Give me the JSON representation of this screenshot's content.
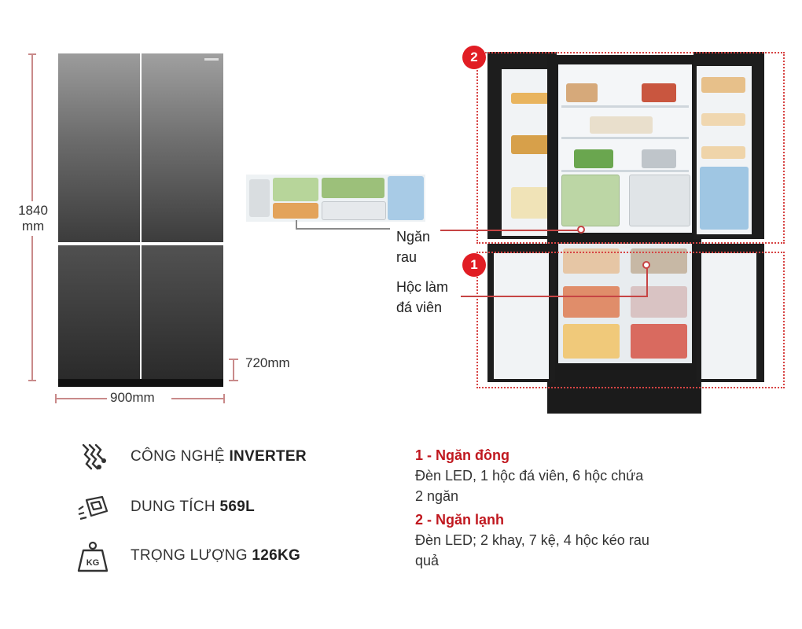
{
  "dimensions": {
    "height_value": "1840",
    "height_unit": "mm",
    "width_label": "900mm",
    "depth_label": "720mm"
  },
  "callouts": {
    "badge_freezer": "1",
    "badge_fridge": "2",
    "veg_drawer_line1": "Ngăn",
    "veg_drawer_line2": "rau",
    "ice_box_line1": "Hộc làm",
    "ice_box_line2": "đá viên"
  },
  "features": [
    {
      "icon": "inverter-chip-icon",
      "label_prefix": "CÔNG NGHỆ ",
      "label_bold": "INVERTER"
    },
    {
      "icon": "capacity-box-icon",
      "label_prefix": "DUNG TÍCH ",
      "label_bold": "569L"
    },
    {
      "icon": "weight-kg-icon",
      "label_prefix": "TRỌNG LƯỢNG ",
      "label_bold": "126KG",
      "icon_text": "KG"
    }
  ],
  "compartments": [
    {
      "title": "1 - Ngăn đông",
      "line1": "Đèn LED, 1 hộc đá viên, 6 hộc chứa",
      "line2": "2 ngăn"
    },
    {
      "title": "2 - Ngăn lạnh",
      "line1": "Đèn LED; 2 khay, 7 kệ, 4 hộc kéo rau",
      "line2": "quả"
    }
  ],
  "colors": {
    "accent_red": "#e11d24",
    "heading_red": "#c0181f"
  }
}
